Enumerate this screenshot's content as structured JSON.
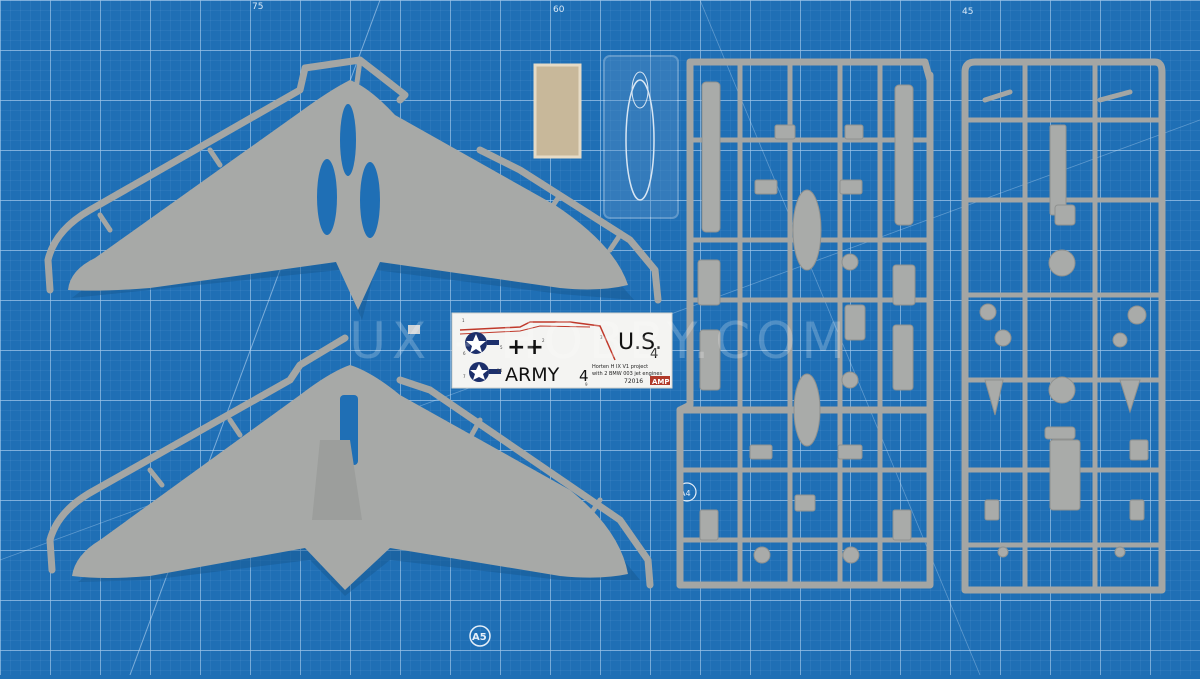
{
  "mat": {
    "ruler_marks": [
      "75",
      "60",
      "45"
    ],
    "grid_label": "A5",
    "side_marker": "A4"
  },
  "decal": {
    "line1": "U.S.",
    "line2": "ARMY",
    "number1": "4",
    "number2": "4",
    "cross": "++",
    "desc_line1": "Horten H IX V1 project",
    "desc_line2": "with 2 BMW 003 jet engines",
    "code": "72016",
    "brand": "AMP",
    "index_marks": [
      "1",
      "2",
      "3",
      "5",
      "6",
      "7",
      "9",
      "14"
    ]
  },
  "watermark": "UX - HOBBY.COM",
  "colors": {
    "mat_blue": "#1f6fb5",
    "plastic_gray": "#a7a9a7",
    "decal_red": "#c0392b"
  }
}
